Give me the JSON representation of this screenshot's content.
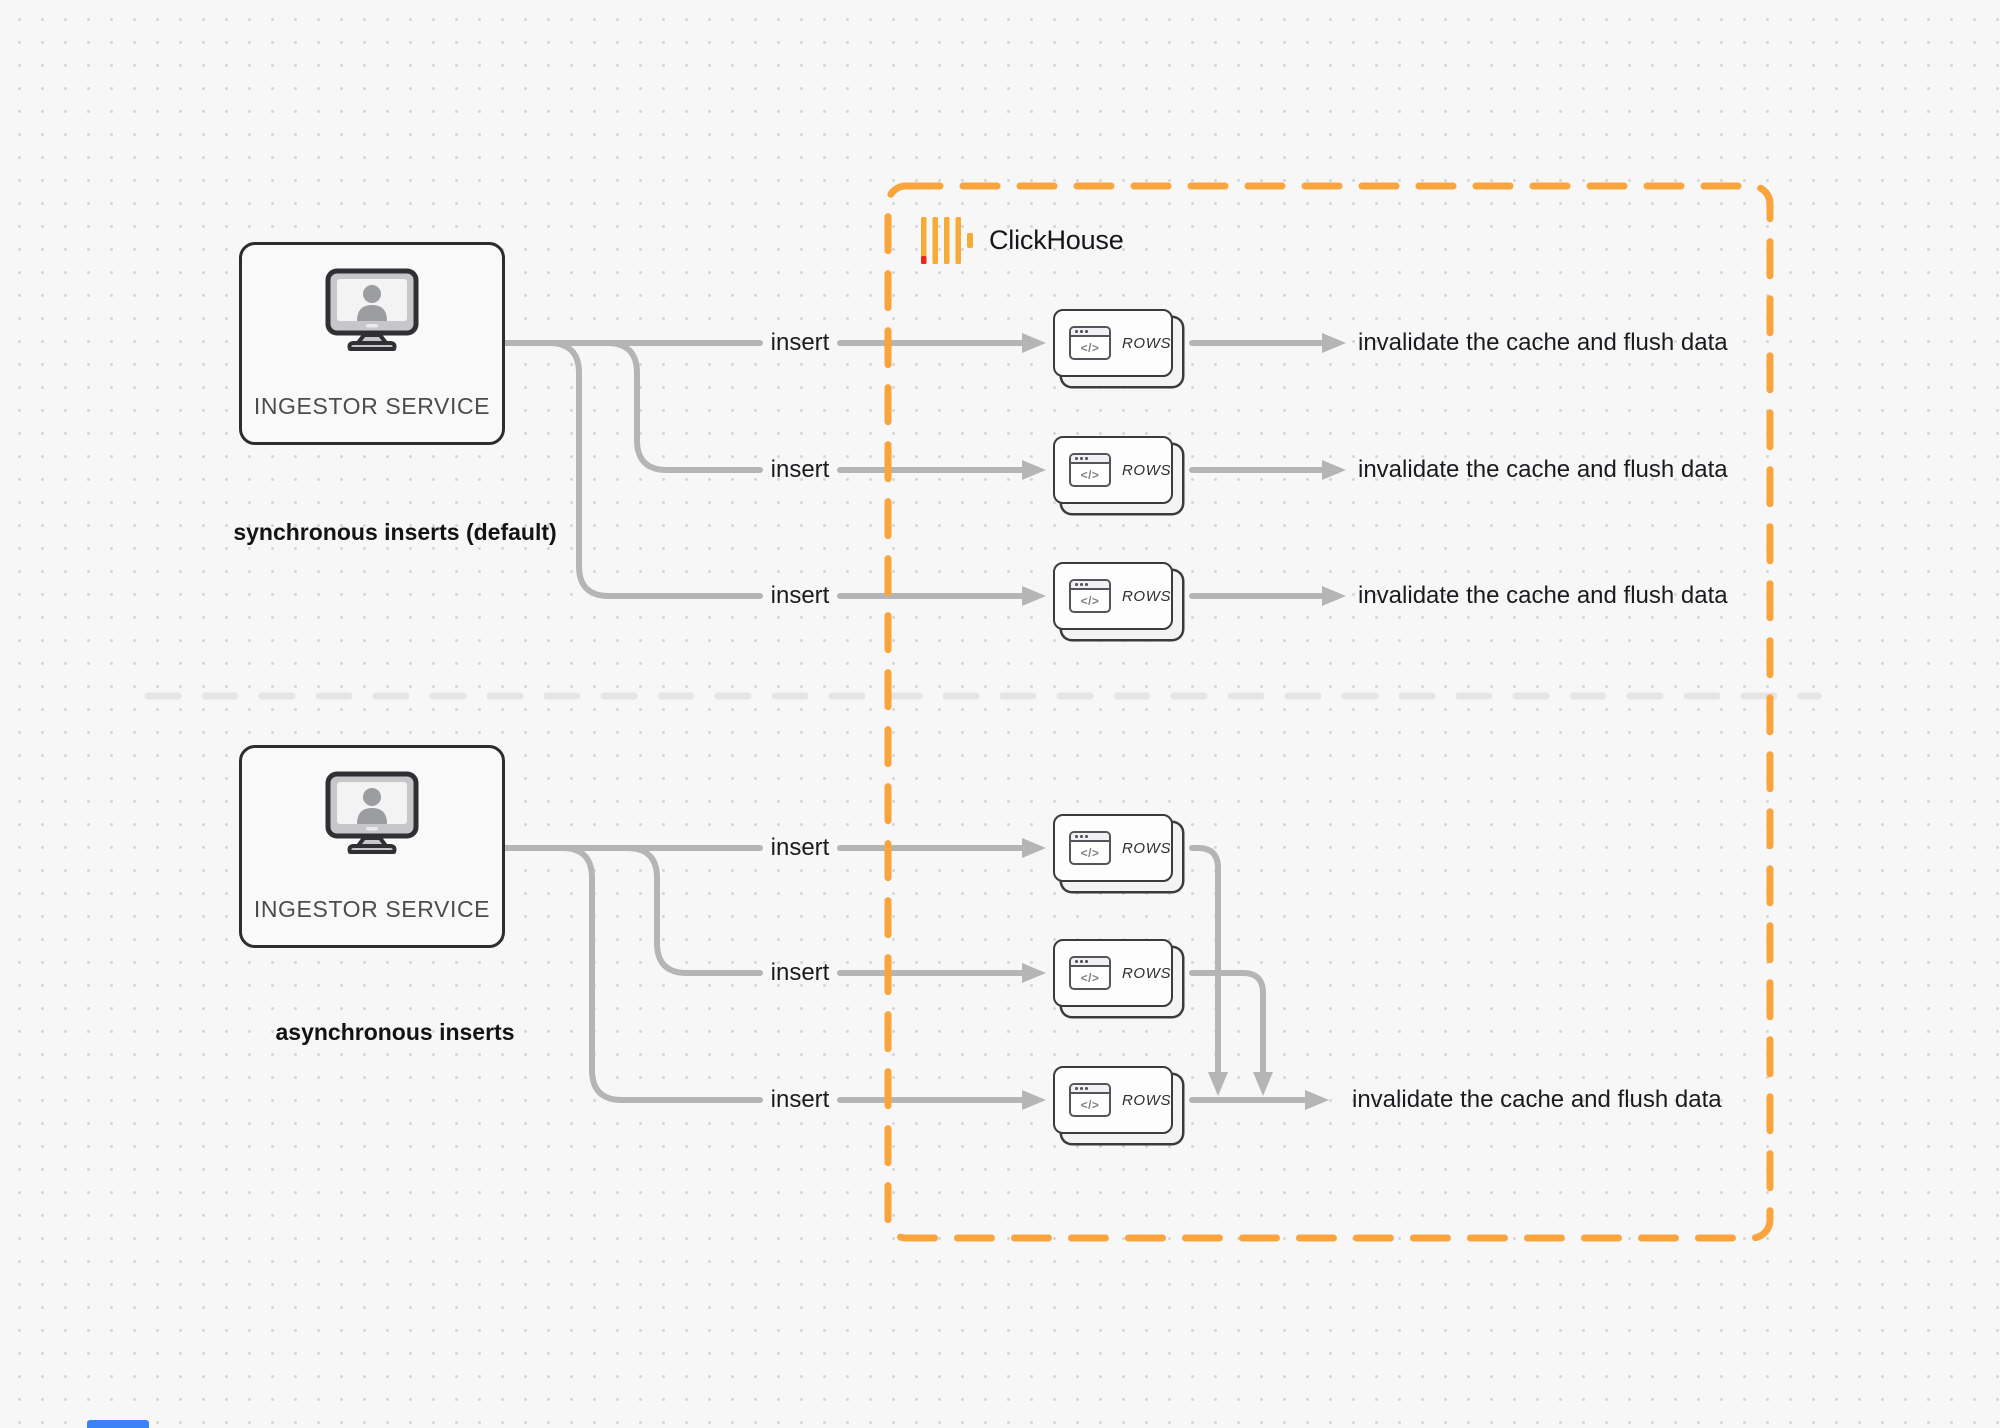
{
  "clickhouse": {
    "label": "ClickHouse"
  },
  "sync": {
    "service_label": "INGESTOR SERVICE",
    "caption": "synchronous inserts (default)",
    "inserts": [
      "insert",
      "insert",
      "insert"
    ],
    "tables": [
      {
        "label": "ROWS",
        "glyph": "</>"
      },
      {
        "label": "ROWS",
        "glyph": "</>"
      },
      {
        "label": "ROWS",
        "glyph": "</>"
      }
    ],
    "results": [
      "invalidate the cache and flush data",
      "invalidate the cache and flush data",
      "invalidate the cache and flush data"
    ]
  },
  "async": {
    "service_label": "INGESTOR SERVICE",
    "caption": "asynchronous inserts",
    "inserts": [
      "insert",
      "insert",
      "insert"
    ],
    "tables": [
      {
        "label": "ROWS",
        "glyph": "</>"
      },
      {
        "label": "ROWS",
        "glyph": "</>"
      },
      {
        "label": "ROWS",
        "glyph": "</>"
      }
    ],
    "results": [
      "invalidate the cache and flush data"
    ]
  },
  "colors": {
    "accent_orange": "#F9A43C",
    "logo_amber": "#F5AB35",
    "logo_red": "#E8271E",
    "connector_gray": "#B5B5B5",
    "divider_gray": "#E5E5E7"
  }
}
